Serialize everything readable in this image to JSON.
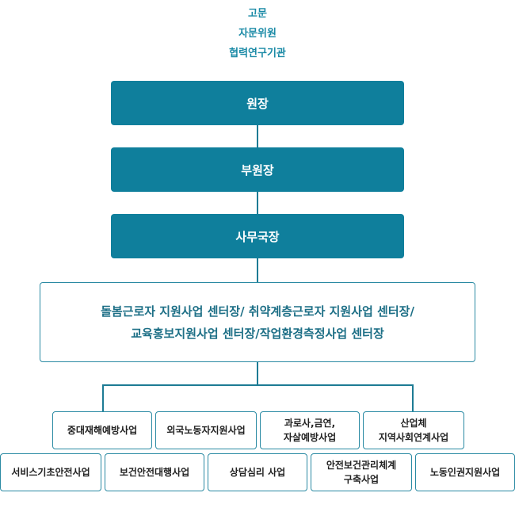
{
  "top": {
    "advisor": "고문",
    "advisory_committee": "자문위원",
    "partner_institution": "협력연구기관"
  },
  "main": {
    "director": "원장",
    "vice_director": "부원장",
    "secretary_general": "사무국장"
  },
  "centers": {
    "line1": "돌봄근로자 지원사업 센터장/ 취약계층근로자 지원사업 센터장/",
    "line2": "교육홍보지원사업 센터장/작업환경측정사업 센터장"
  },
  "projects": {
    "row1": [
      {
        "lines": [
          "중대재해예방사업"
        ]
      },
      {
        "lines": [
          "외국노동자지원사업"
        ]
      },
      {
        "lines": [
          "과로사,금연,",
          "자살예방사업"
        ]
      },
      {
        "lines": [
          "산업체",
          "지역사회연계사업"
        ]
      }
    ],
    "row2": [
      {
        "lines": [
          "서비스기초안전사업"
        ]
      },
      {
        "lines": [
          "보건안전대행사업"
        ]
      },
      {
        "lines": [
          "상담심리 사업"
        ]
      },
      {
        "lines": [
          "안전보건관리체계",
          "구축사업"
        ]
      },
      {
        "lines": [
          "노동인권지원사업"
        ]
      }
    ]
  },
  "colors": {
    "primary": "#0f7f9c",
    "border": "#2a8aa3",
    "top_text": "#1a8aa6"
  }
}
